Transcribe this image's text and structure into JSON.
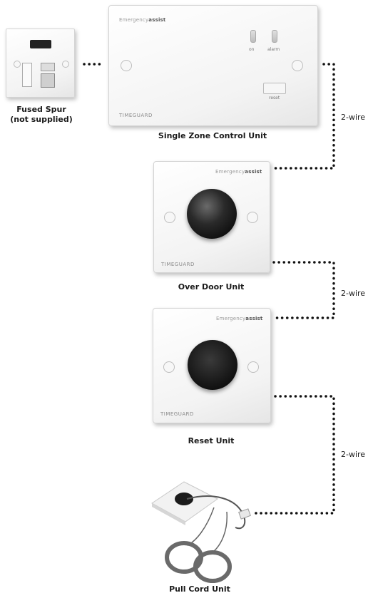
{
  "components": {
    "fused_spur": {
      "caption_line1": "Fused Spur",
      "caption_line2": "(not supplied)"
    },
    "control_unit": {
      "caption": "Single Zone Control Unit",
      "brand_prefix": "Emergency",
      "brand_suffix": "assist",
      "maker": "TIMEGUARD",
      "indicator_on": "on",
      "indicator_alarm": "alarm",
      "reset_label": "reset"
    },
    "over_door_unit": {
      "caption": "Over Door Unit",
      "brand_prefix": "Emergency",
      "brand_suffix": "assist",
      "maker": "TIMEGUARD"
    },
    "reset_unit": {
      "caption": "Reset Unit",
      "brand_prefix": "Emergency",
      "brand_suffix": "assist",
      "maker": "TIMEGUARD"
    },
    "pull_cord_unit": {
      "caption": "Pull Cord Unit"
    }
  },
  "wires": {
    "wire1": "2-wire",
    "wire2": "2-wire",
    "wire3": "2-wire"
  },
  "colors": {
    "connector": "#111111",
    "button": "#1b1b1b",
    "cord": "#555555"
  }
}
